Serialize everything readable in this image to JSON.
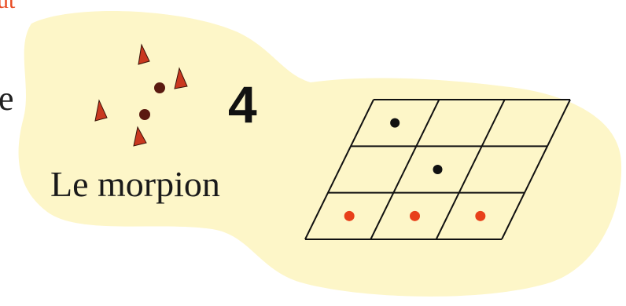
{
  "fragments": {
    "top_left": "ut",
    "left": "e"
  },
  "title": "Le morpion",
  "number": "4",
  "colors": {
    "blob": "#fdf6c8",
    "piece": "#c9381f",
    "dot_dark": "#5a1a10",
    "grid_line": "#111111",
    "dot_black": "#111111",
    "dot_red": "#e8401a"
  },
  "board": {
    "rows": 3,
    "cols": 3,
    "cells": [
      [
        "black",
        "",
        ""
      ],
      [
        "",
        "black",
        ""
      ],
      [
        "red",
        "red",
        "red"
      ]
    ]
  }
}
